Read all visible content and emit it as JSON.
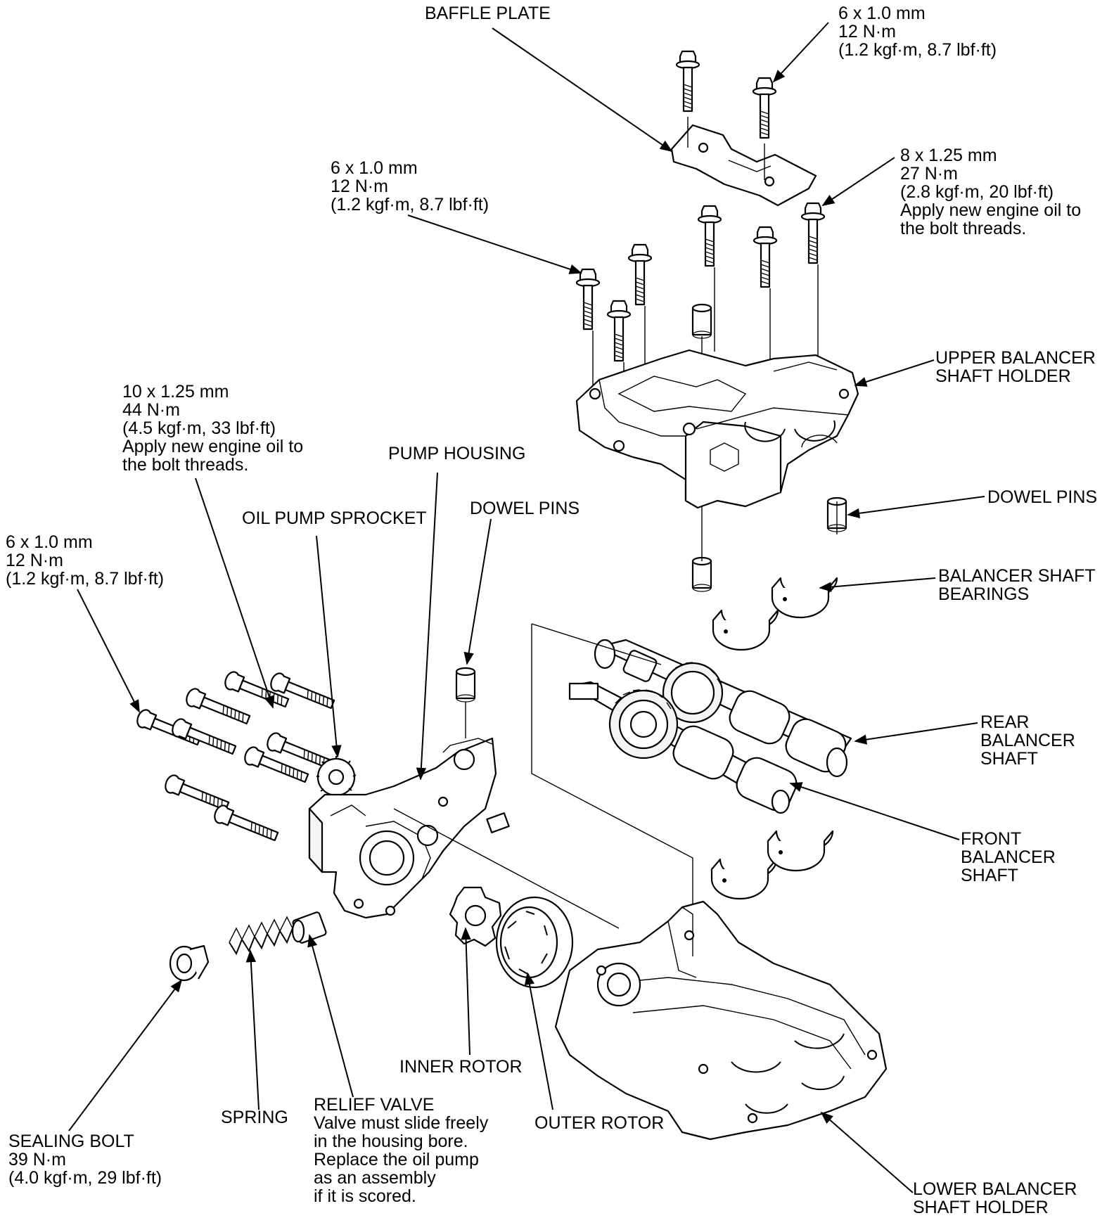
{
  "labels": {
    "baffle_plate": [
      "BAFFLE PLATE"
    ],
    "baffle_bolt_spec": [
      "6 x 1.0 mm",
      "12 N·m",
      "(1.2 kgf·m, 8.7 lbf·ft)"
    ],
    "holder_bolt_8mm_spec": [
      "8 x 1.25 mm",
      "27 N·m",
      "(2.8 kgf·m, 20 lbf·ft)",
      "Apply new engine oil to",
      "the bolt threads."
    ],
    "holder_bolt_6mm_spec": [
      "6 x 1.0 mm",
      "12 N·m",
      "(1.2 kgf·m, 8.7 lbf·ft)"
    ],
    "upper_holder": [
      "UPPER BALANCER",
      "SHAFT HOLDER"
    ],
    "bolt_10mm_spec": [
      "10 x 1.25 mm",
      "44 N·m",
      "(4.5 kgf·m, 33 lbf·ft)",
      "Apply new engine oil to",
      "the bolt threads."
    ],
    "pump_housing": [
      "PUMP HOUSING"
    ],
    "oil_pump_sprocket": [
      "OIL PUMP SPROCKET"
    ],
    "dowel_pins_center": [
      "DOWEL PINS"
    ],
    "dowel_pins_right": [
      "DOWEL PINS"
    ],
    "pump_bolt_spec": [
      "6 x 1.0 mm",
      "12 N·m",
      "(1.2 kgf·m, 8.7 lbf·ft)"
    ],
    "balancer_bearings": [
      "BALANCER SHAFT",
      "BEARINGS"
    ],
    "rear_shaft": [
      "REAR",
      "BALANCER",
      "SHAFT"
    ],
    "front_shaft": [
      "FRONT",
      "BALANCER",
      "SHAFT"
    ],
    "inner_rotor": [
      "INNER ROTOR"
    ],
    "spring": [
      "SPRING"
    ],
    "relief_valve": [
      "RELIEF VALVE",
      "Valve must slide freely",
      "in the housing bore.",
      "Replace the oil pump",
      "as an assembly",
      "if it is scored."
    ],
    "outer_rotor": [
      "OUTER ROTOR"
    ],
    "sealing_bolt": [
      "SEALING BOLT",
      "39 N·m",
      "(4.0 kgf·m, 29 lbf·ft)"
    ],
    "lower_holder": [
      "LOWER BALANCER",
      "SHAFT HOLDER"
    ]
  }
}
